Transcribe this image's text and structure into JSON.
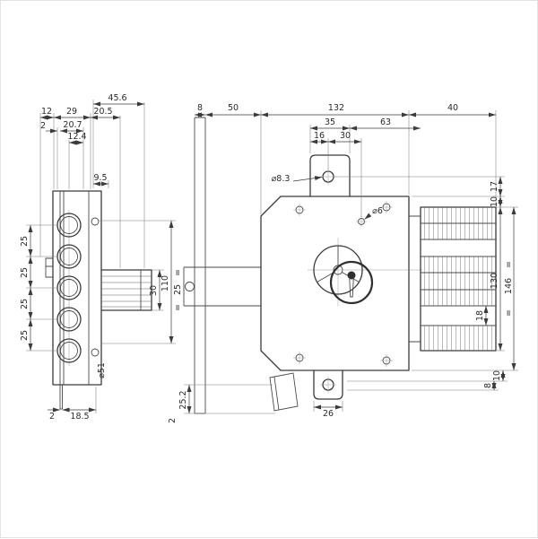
{
  "meta": {
    "description": "Dimensioned technical drawing of a security rim lock (side view and front view)"
  },
  "colors": {
    "line": "#3b3b3b",
    "background": "#ffffff"
  },
  "left_view": {
    "dim_total_depth": "45.6",
    "dim_12": "12",
    "dim_29": "29",
    "dim_20_5": "20.5",
    "dim_2_top": "2",
    "dim_20_7": "20.7",
    "dim_12_4": "12.4",
    "dim_9_5": "9.5",
    "pitch": [
      "25",
      "25",
      "25",
      "25"
    ],
    "dim_2_bottom": "2",
    "dim_18_5": "18.5",
    "dia_51": "⌀51",
    "dim_bolt_30": "30",
    "dim_110": "110",
    "dim_25": "25",
    "eq_top": "=",
    "eq_bottom": "="
  },
  "front_view": {
    "dim_8_faceplate": "8",
    "dim_50": "50",
    "dim_132": "132",
    "dim_40": "40",
    "dim_35": "35",
    "dim_63": "63",
    "dim_16": "16",
    "dim_30": "30",
    "dia_8_3": "⌀8.3",
    "dia_6": "⌀6",
    "dim_17": "17",
    "dim_10_top": "10",
    "dim_130": "130",
    "dim_146": "146",
    "dim_18": "18",
    "dim_10_bottom": "10",
    "dim_8_bottom": "8",
    "dim_26": "26",
    "dim_25_2": "25.2",
    "dim_2": "2",
    "eq_top": "=",
    "eq_bottom": "="
  }
}
